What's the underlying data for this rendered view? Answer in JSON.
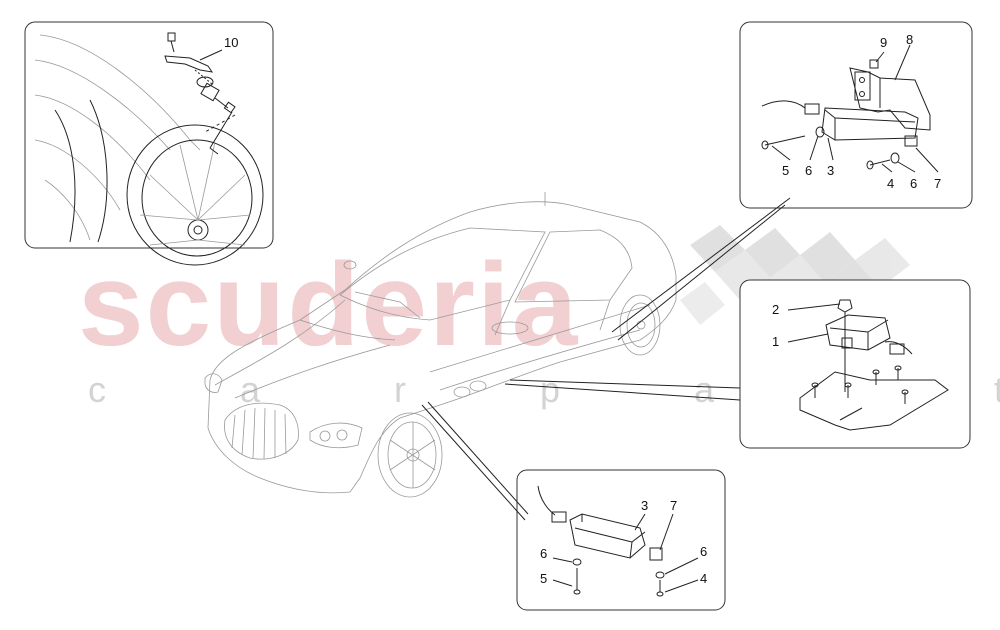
{
  "watermark": {
    "brand": "scuderia",
    "tagline": "c a r p a r t s"
  },
  "colors": {
    "watermark_red": "#e8a8ad",
    "watermark_gray": "#c9c9c9",
    "line": "#222222"
  },
  "panels": {
    "wheel_sensor": {
      "callouts": [
        "10"
      ]
    },
    "receiver_rear": {
      "callouts": [
        "9",
        "8",
        "3",
        "5",
        "6",
        "4",
        "6",
        "7"
      ]
    },
    "control_unit": {
      "callouts": [
        "2",
        "1"
      ]
    },
    "receiver_front": {
      "callouts": [
        "3",
        "7",
        "6",
        "6",
        "5",
        "4"
      ]
    }
  }
}
